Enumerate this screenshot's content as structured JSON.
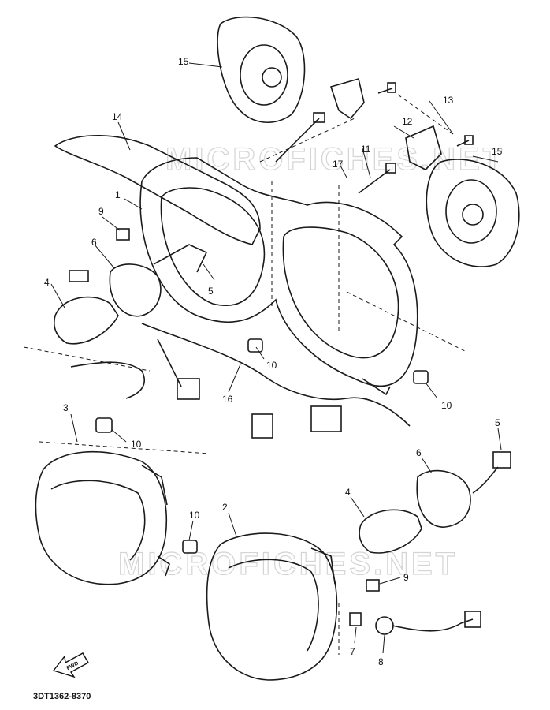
{
  "diagram": {
    "drawing_code": "3DT1362-8370",
    "forward_arrow_label": "FWD",
    "watermark": "MICROFICHES.NET",
    "callouts": {
      "c1": "1",
      "c2": "2",
      "c3": "3",
      "c4a": "4",
      "c4b": "4",
      "c5a": "5",
      "c5b": "5",
      "c6a": "6",
      "c6b": "6",
      "c7": "7",
      "c8": "8",
      "c9a": "9",
      "c9b": "9",
      "c10a": "10",
      "c10b": "10",
      "c10c": "10",
      "c10d": "10",
      "c11": "11",
      "c12": "12",
      "c13": "13",
      "c14": "14",
      "c15a": "15",
      "c15b": "15",
      "c16": "16",
      "c17": "17"
    }
  }
}
